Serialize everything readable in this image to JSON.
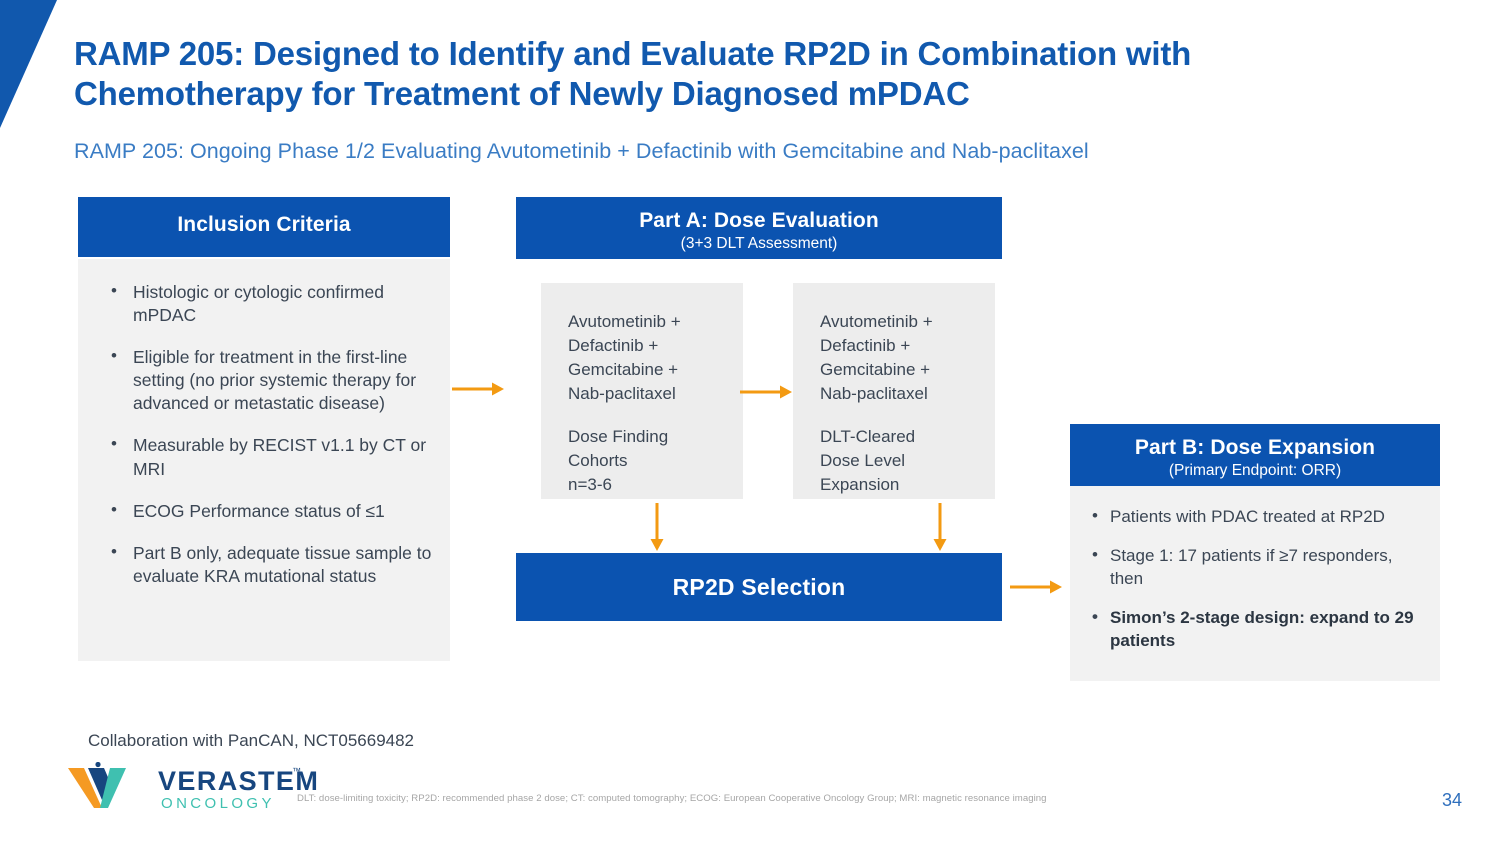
{
  "slide": {
    "title": "RAMP 205: Designed to Identify and Evaluate RP2D in Combination with Chemotherapy for Treatment of Newly Diagnosed mPDAC",
    "subtitle": "RAMP 205: Ongoing Phase 1/2 Evaluating Avutometinib + Defactinib with Gemcitabine and Nab-paclitaxel",
    "page_number": "34"
  },
  "colors": {
    "brand_blue": "#0b53b0",
    "title_blue": "#1159ae",
    "subtitle_blue": "#3a7cc4",
    "arrow_orange": "#f39a12",
    "panel_gray": "#f2f2f2",
    "box_gray": "#ededed",
    "body_text": "#3b4654",
    "logo_navy": "#17467f",
    "logo_teal": "#3fc0b0",
    "logo_orange": "#f59a23"
  },
  "inclusion": {
    "header": "Inclusion Criteria",
    "criteria": [
      "Histologic or cytologic confirmed mPDAC",
      "Eligible for treatment in the first-line setting (no prior systemic therapy for advanced or metastatic disease)",
      "Measurable by RECIST v1.1 by CT or MRI",
      "ECOG Performance status of ≤1",
      "Part B only, adequate tissue sample to evaluate KRA mutational status"
    ]
  },
  "part_a": {
    "header": "Part A: Dose Evaluation",
    "subheader": "(3+3 DLT Assessment)",
    "boxes": [
      {
        "regimen": "Avutometinib +\nDefactinib +\nGemcitabine +\nNab-paclitaxel",
        "detail": "Dose Finding\nCohorts\nn=3-6"
      },
      {
        "regimen": "Avutometinib +\nDefactinib +\nGemcitabine +\nNab-paclitaxel",
        "detail": "DLT-Cleared\nDose Level\nExpansion"
      }
    ]
  },
  "rp2d": {
    "label": "RP2D Selection"
  },
  "part_b": {
    "header": "Part B: Dose Expansion",
    "subheader": "(Primary Endpoint: ORR)",
    "bullets": [
      {
        "text": "Patients with PDAC treated at RP2D",
        "bold": false
      },
      {
        "text": "Stage 1: 17 patients if ≥7 responders, then",
        "bold": false
      },
      {
        "text": "Simon’s 2-stage design: expand to 29 patients",
        "bold": true
      }
    ]
  },
  "footer": {
    "collaboration": "Collaboration with PanCAN, NCT05669482",
    "footnote": "DLT: dose-limiting toxicity; RP2D: recommended phase 2 dose; CT: computed tomography; ECOG: European Cooperative Oncology Group; MRI: magnetic resonance imaging"
  },
  "logo": {
    "wordmark": "VERASTEM",
    "trademark": "™",
    "tagline": "ONCOLOGY"
  },
  "icons": {
    "arrow_criteria_to_partA": "arrow-right-icon",
    "arrow_box1_to_box2": "arrow-right-icon",
    "arrow_box1_down": "arrow-down-icon",
    "arrow_box2_down": "arrow-down-icon",
    "arrow_rp2d_to_partB": "arrow-right-icon"
  }
}
